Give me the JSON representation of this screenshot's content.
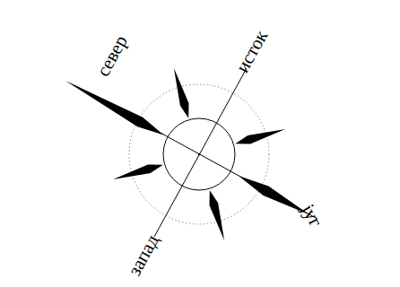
{
  "diagram": {
    "labels": [
      "север",
      "исток",
      "југ",
      "запад"
    ]
  }
}
